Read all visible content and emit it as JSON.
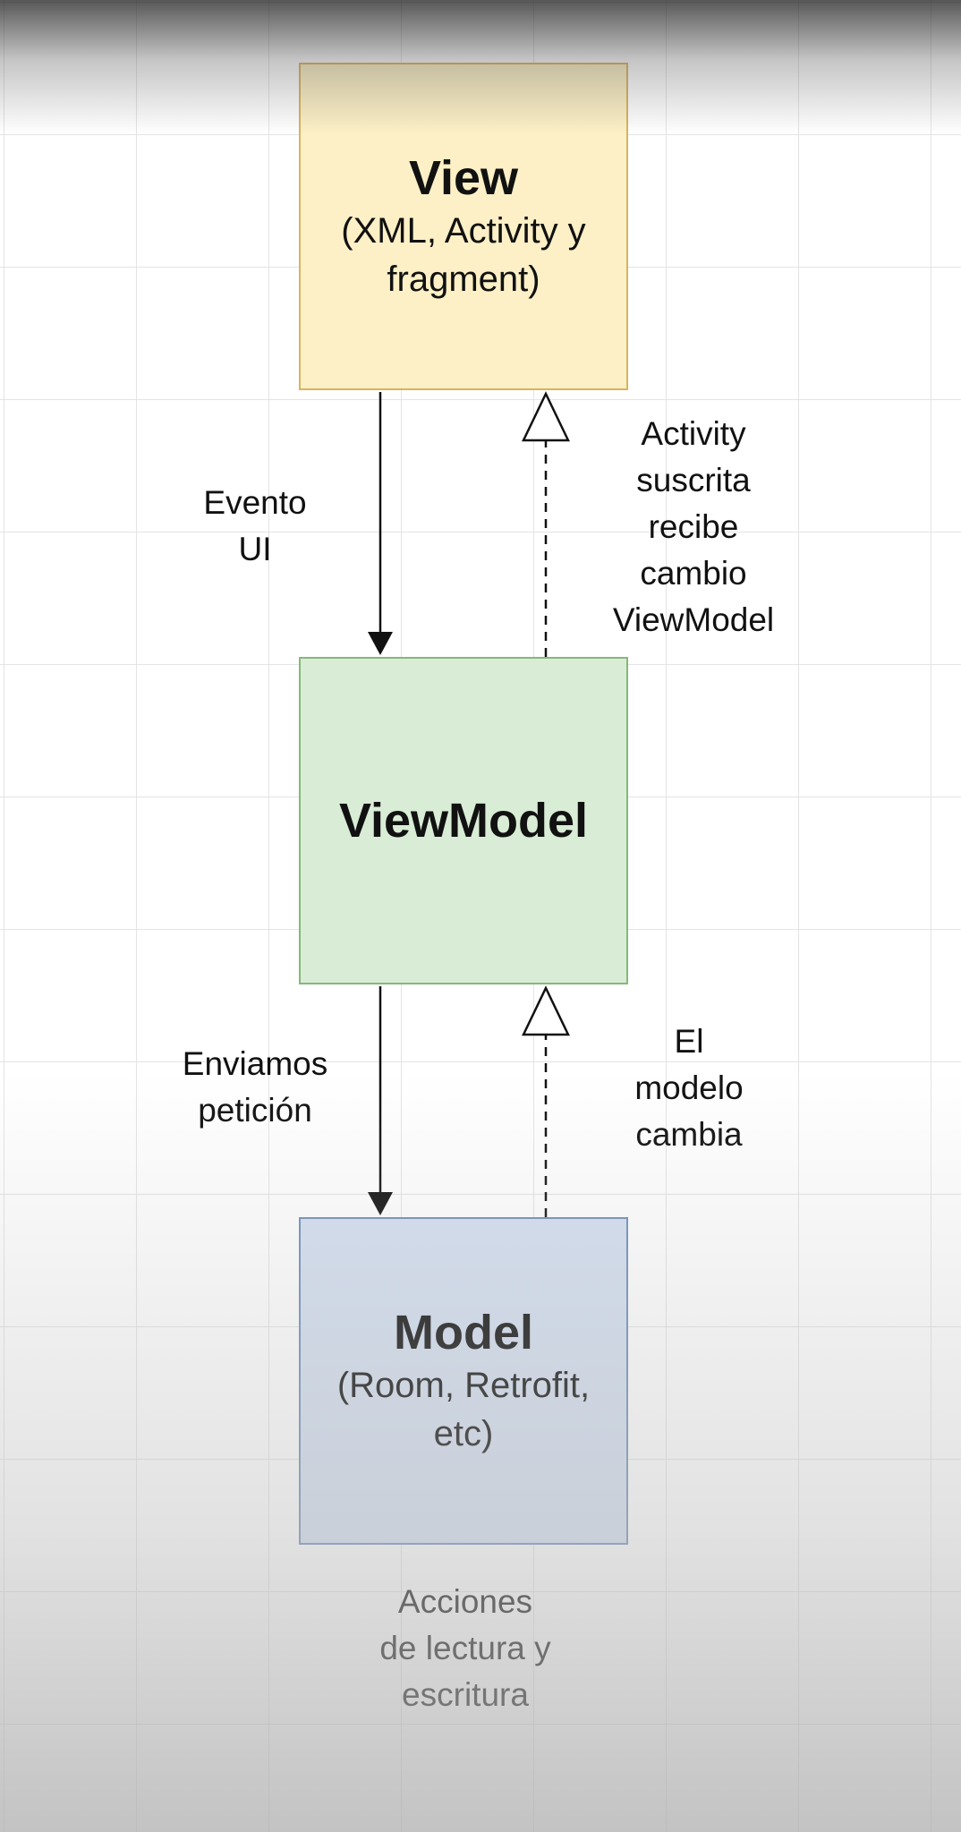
{
  "diagram": {
    "view": {
      "title": "View",
      "subtitle_line1": "(XML, Activity y",
      "subtitle_line2": "fragment)",
      "fill": "#fdf0c6",
      "border": "#d8b45e"
    },
    "viewmodel": {
      "title": "ViewModel",
      "fill": "#d9ecd6",
      "border": "#86b87a"
    },
    "model": {
      "title": "Model",
      "subtitle_line1": "(Room, Retrofit,",
      "subtitle_line2": "etc)",
      "fill": "#d4dff0",
      "border": "#6f8fb8"
    },
    "labels": {
      "evento_ui": "Evento\nUI",
      "activity_suscrita": "Activity\nsuscrita\nrecibe\ncambio\nViewModel",
      "enviamos_peticion": "Enviamos\npetición",
      "el_modelo_cambia": "El\nmodelo\ncambia",
      "acciones": "Acciones\nde lectura y\nescritura"
    }
  }
}
